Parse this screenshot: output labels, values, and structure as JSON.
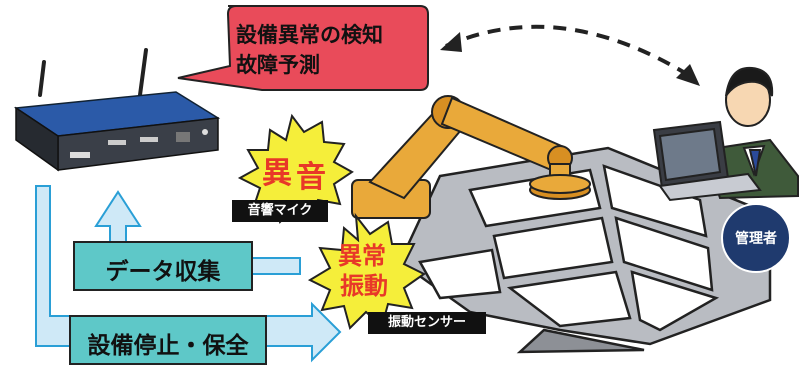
{
  "callout": {
    "line1": "設備異常の検知",
    "line2": "故障予測"
  },
  "boxes": {
    "data_collection": "データ収集",
    "stop_maintain": "設備停止・保全"
  },
  "tags": {
    "microphone": "音響マイク",
    "vibration_sensor": "振動センサー"
  },
  "bursts": {
    "abnormal_sound_1": "異",
    "abnormal_sound_2": "音",
    "abnormal_vibration_1": "異常",
    "abnormal_vibration_2": "振動"
  },
  "admin": {
    "label": "管理者"
  },
  "colors": {
    "callout_fill": "#e94b5a",
    "teal": "#5ec8c8",
    "arrow_blue": "#cfe9f7",
    "arrow_stroke": "#2a9fd6",
    "admin_circle": "#1f3a6e",
    "burst_yellow": "#f5ee3a",
    "robot_gold": "#e9a93a"
  }
}
